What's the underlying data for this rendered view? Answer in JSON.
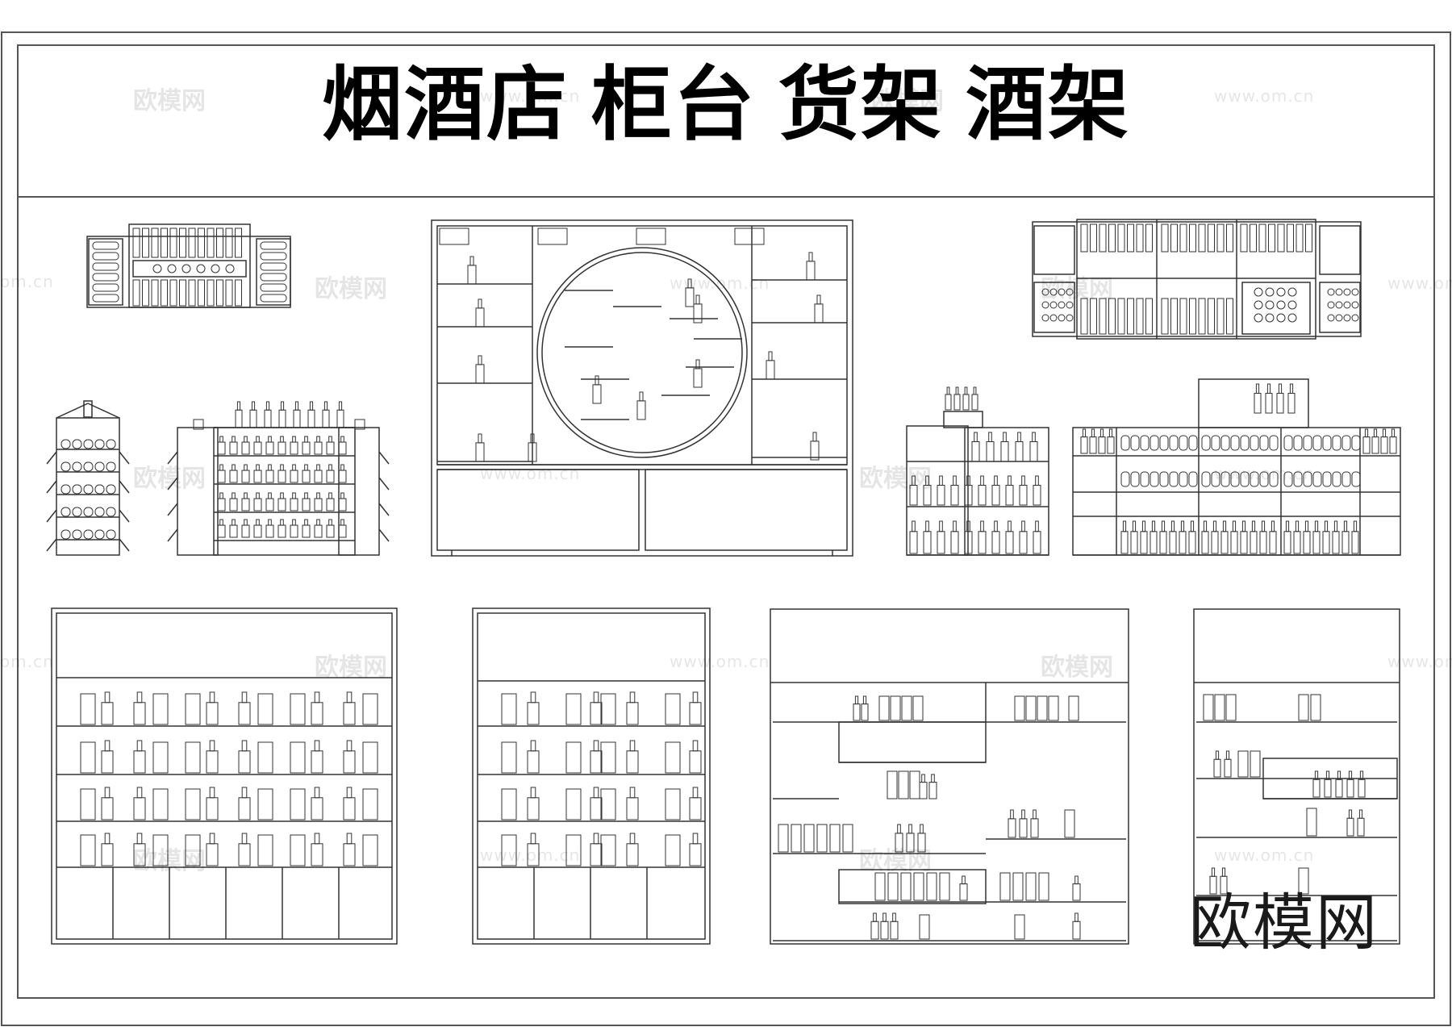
{
  "title": {
    "parts": [
      "烟酒店",
      "柜台",
      "货架",
      "酒架"
    ]
  },
  "watermark": {
    "brand_small": "欧模网",
    "url": "www.om.cn",
    "url_short": "om.cn"
  },
  "brand_mark": "欧模网"
}
